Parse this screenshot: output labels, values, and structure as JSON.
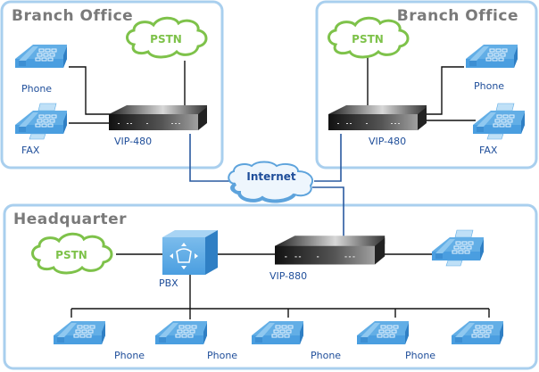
{
  "panels": {
    "branch_left": {
      "title": "Branch Office"
    },
    "branch_right": {
      "title": "Branch Office"
    },
    "headquarter": {
      "title": "Headquarter"
    }
  },
  "clouds": {
    "pstn_left": {
      "label": "PSTN"
    },
    "pstn_right": {
      "label": "PSTN"
    },
    "pstn_hq": {
      "label": "PSTN"
    },
    "internet": {
      "label": "Internet"
    }
  },
  "devices": {
    "vip_left": {
      "label": "VIP-480"
    },
    "vip_right": {
      "label": "VIP-480"
    },
    "vip_hq": {
      "label": "VIP-880"
    },
    "pbx": {
      "label": "PBX"
    }
  },
  "endpoints": {
    "left_phone": {
      "label": "Phone"
    },
    "left_fax": {
      "label": "FAX"
    },
    "right_phone": {
      "label": "Phone"
    },
    "right_fax": {
      "label": "FAX"
    },
    "hq_phones": [
      {
        "label": "Phone"
      },
      {
        "label": "Phone"
      },
      {
        "label": "Phone"
      },
      {
        "label": "Phone"
      },
      {
        "label": ""
      }
    ]
  },
  "colors": {
    "panel_border": "#a9cfee",
    "pstn": "#7ec24a",
    "internet": "#5da3dc",
    "phone": "#4a9ee0",
    "label": "#1f4e9a",
    "wan_line": "#2a5aa0"
  }
}
